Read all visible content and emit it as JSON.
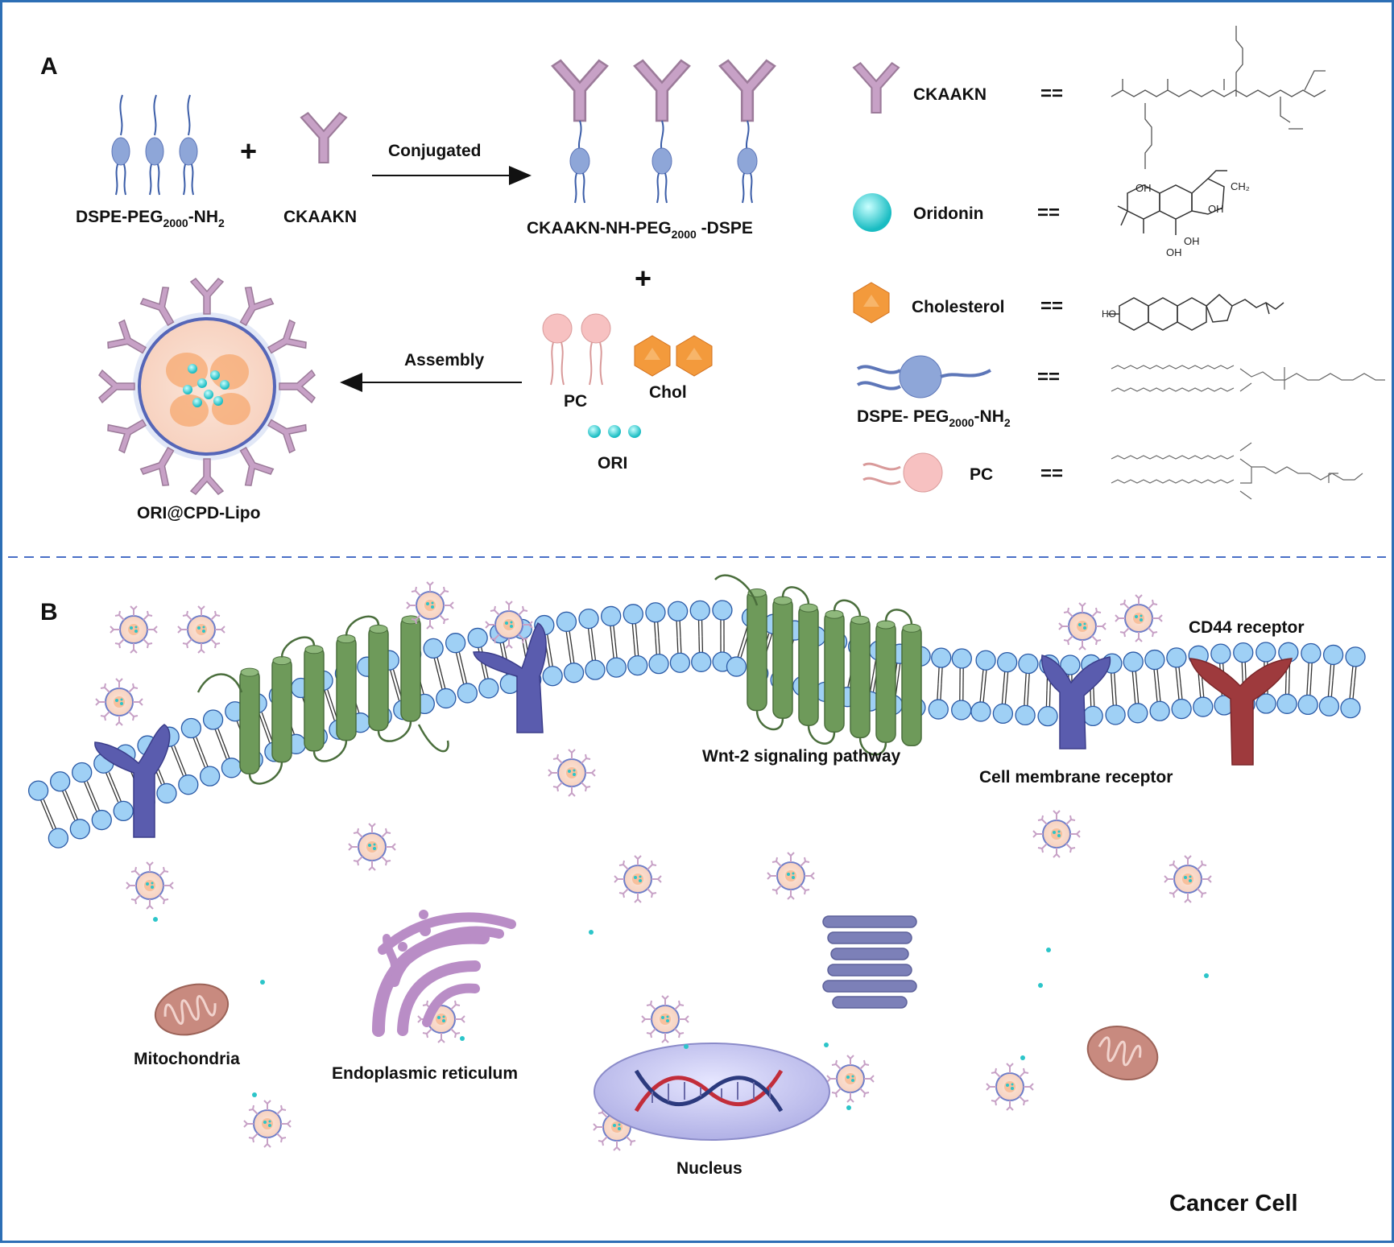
{
  "panel_a": {
    "letter": "A",
    "dspe_label": "DSPE-PEG",
    "dspe_sub": "2000",
    "dspe_tail": "-NH",
    "dspe_sub2": "2",
    "plus": "+",
    "ckaakn_label": "CKAAKN",
    "conjugated_label": "Conjugated",
    "conj_label_a": "CKAAKN-NH-PEG",
    "conj_label_sub": "2000",
    "conj_label_b": " -DSPE",
    "plus2": "+",
    "assembly_label": "Assembly",
    "pc_label": "PC",
    "chol_label": "Chol",
    "ori_label": "ORI",
    "lipo_label": "ORI@CPD-Lipo"
  },
  "legend": {
    "ckaakn": "CKAAKN",
    "oridonin": "Oridonin",
    "cholesterol": "Cholesterol",
    "dspe_a": "DSPE- PEG",
    "dspe_sub": "2000",
    "dspe_b": "-NH",
    "dspe_sub2": "2",
    "pc": "PC",
    "equals": "=="
  },
  "panel_b": {
    "letter": "B",
    "cd44": "CD44 receptor",
    "wnt": "Wnt-2 signaling pathway",
    "membrane_receptor": "Cell membrane receptor",
    "mitochondria": "Mitochondria",
    "er": "Endoplasmic reticulum",
    "nucleus": "Nucleus",
    "cancer_cell": "Cancer Cell"
  },
  "colors": {
    "border": "#2d6fb5",
    "antibody": "#c7a1c6",
    "antibody_dark": "#9c7b9a",
    "lipid_head": "#8ea6d8",
    "oridonin": "#3fd9dc",
    "cholesterol": "#f39a3c",
    "pc_head": "#f7c1c1",
    "membrane_head": "#9fd0f5",
    "membrane_stroke": "#2b5aa6",
    "receptor": "#5a5cae",
    "cd44": "#9e3a3d",
    "channel": "#6e9a5a",
    "mitochondria": "#c88a7f",
    "er": "#b98dc6",
    "golgi": "#7c80b8",
    "nucleus": "#c9c9f2",
    "dashed": "#4a6fc7"
  }
}
